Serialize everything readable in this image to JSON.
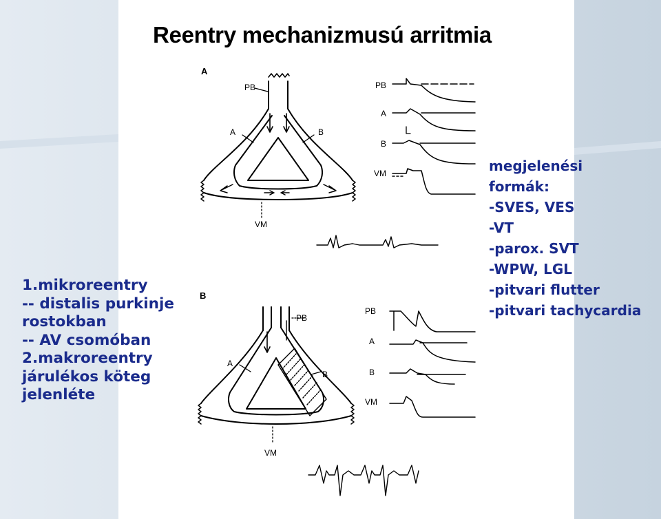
{
  "title": "Reentry mechanizmusú arritmia",
  "panel_a": {
    "letter": "A",
    "labels": {
      "pb": "PB",
      "a": "A",
      "b": "B",
      "vm": "VM"
    },
    "traces": [
      "PB",
      "A",
      "B",
      "VM"
    ]
  },
  "panel_b": {
    "letter": "B",
    "labels": {
      "pb": "PB",
      "a": "A",
      "b": "B",
      "vm": "VM"
    },
    "traces": [
      "PB",
      "A",
      "B",
      "VM"
    ]
  },
  "left_notes": [
    "1.mikroreentry",
    "-- distalis purkinje",
    "rostokban",
    "-- AV csomóban",
    "2.makroreentry",
    "járulékos köteg",
    "jelenléte"
  ],
  "right_notes": [
    "megjelenési",
    "formák:",
    "-SVES, VES",
    "-VT",
    "-parox. SVT",
    "-WPW, LGL",
    "-pitvari flutter",
    "-pitvari tachycardia"
  ],
  "colors": {
    "text_blue": "#1a2b8c",
    "bg_blue": "#c5d3e0",
    "ink": "#000000"
  }
}
